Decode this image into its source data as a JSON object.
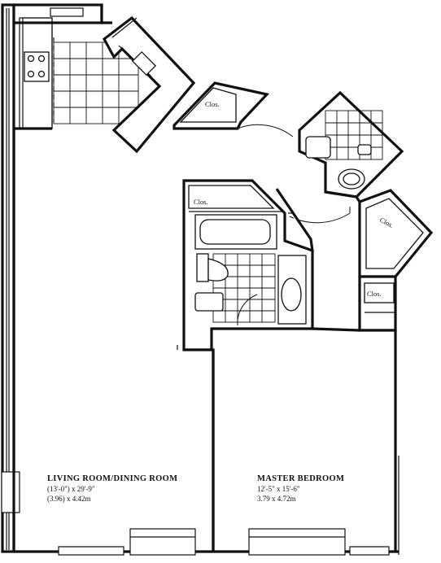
{
  "floorplan": {
    "living_room": {
      "name": "LIVING ROOM/DINING ROOM",
      "dim_imperial": "(13'-0\") x 29'-9\"",
      "dim_metric": "(3.96) x 4.42m"
    },
    "master_bedroom": {
      "name": "MASTER BEDROOM",
      "dim_imperial": "12'-5\" x 15'-6\"",
      "dim_metric": "3.79 x 4.72m"
    },
    "closets": [
      "Clos.",
      "Clos.",
      "Clos.",
      "Clos."
    ]
  }
}
